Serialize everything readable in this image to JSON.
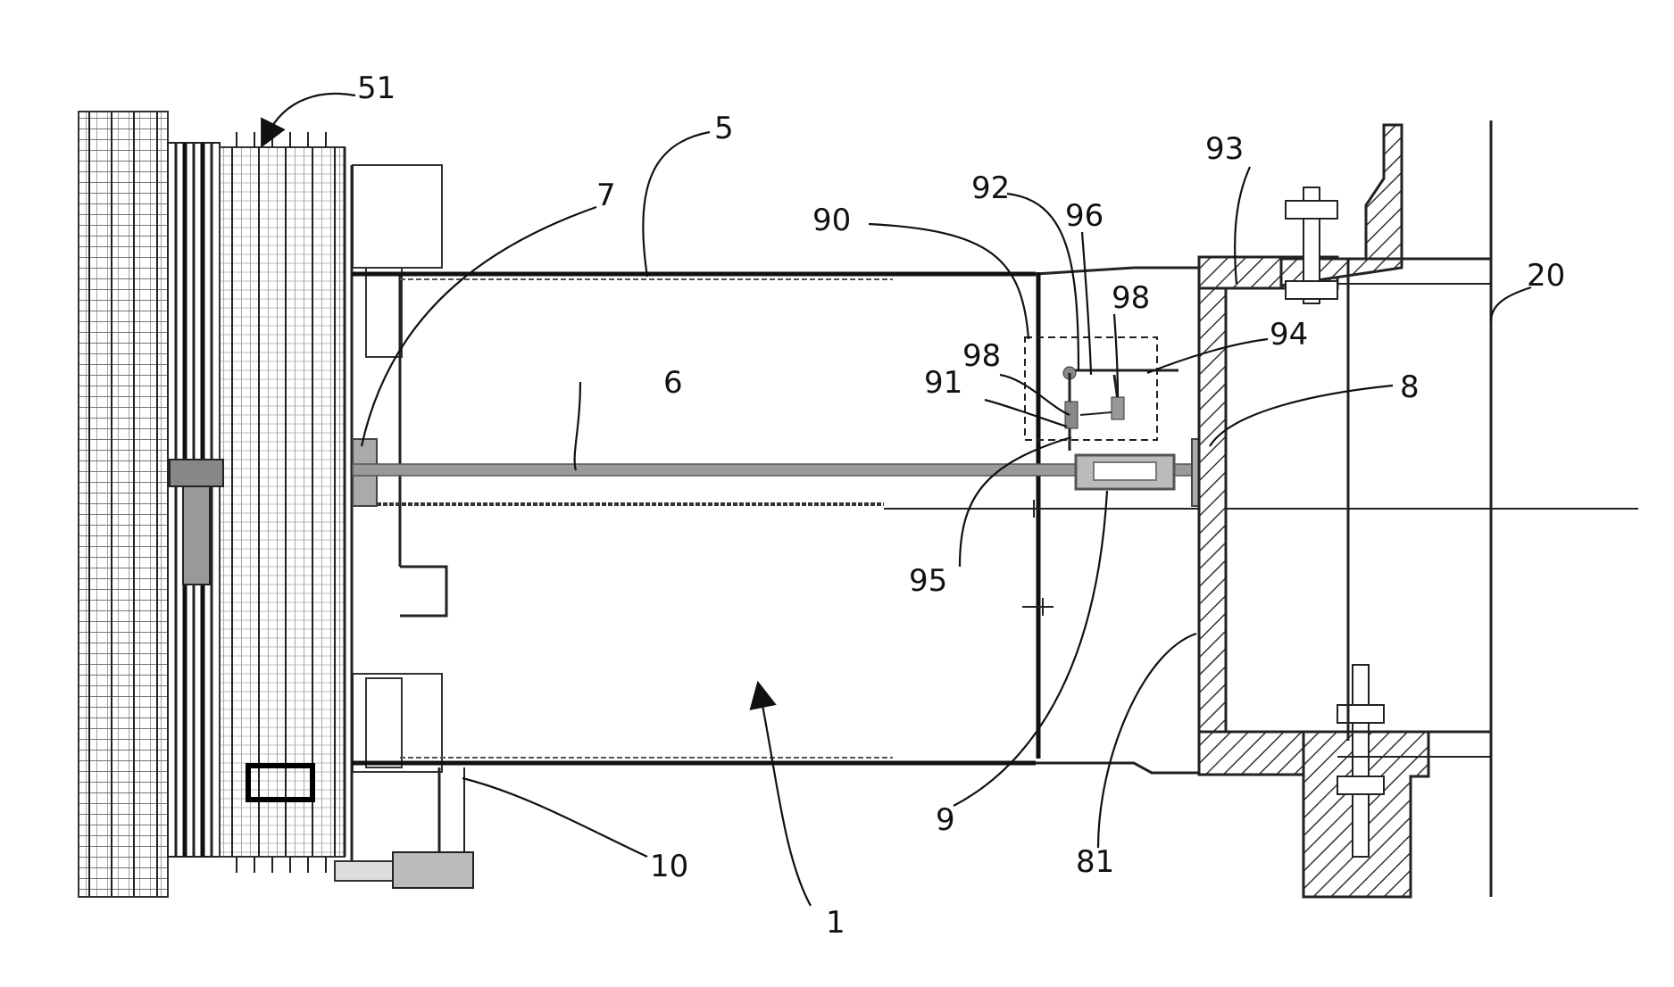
{
  "figure": {
    "labels": {
      "l51": "51",
      "l5": "5",
      "l7": "7",
      "l90": "90",
      "l92": "92",
      "l96": "96",
      "l93": "93",
      "l20": "20",
      "l98a": "98",
      "l98b": "98",
      "l94": "94",
      "l91": "91",
      "l6": "6",
      "l8": "8",
      "l95": "95",
      "l9": "9",
      "l81": "81",
      "l10": "10",
      "l1": "1"
    }
  }
}
